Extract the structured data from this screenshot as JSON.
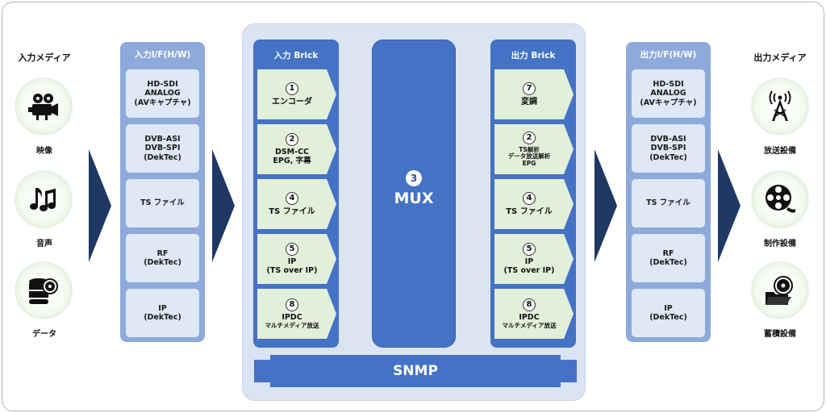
{
  "input_media": {
    "title": "入力メディア",
    "items": [
      {
        "label": "映像",
        "icon": "movie-camera-icon"
      },
      {
        "label": "音声",
        "icon": "music-notes-icon"
      },
      {
        "label": "データ",
        "icon": "database-disc-icon"
      }
    ]
  },
  "input_interface": {
    "title": "入力I/F(H/W)",
    "items": [
      {
        "lines": [
          "HD-SDI",
          "ANALOG",
          "(AVキャプチャ)"
        ]
      },
      {
        "lines": [
          "DVB-ASI",
          "DVB-SPI",
          "(DekTec)"
        ]
      },
      {
        "lines": [
          "TS ファイル"
        ]
      },
      {
        "lines": [
          "RF",
          "(DekTec)"
        ]
      },
      {
        "lines": [
          "IP",
          "(DekTec)"
        ]
      }
    ]
  },
  "input_brick": {
    "title": "入力 Brick",
    "items": [
      {
        "num": "1",
        "lines": [
          "エンコーダ"
        ]
      },
      {
        "num": "2",
        "lines": [
          "DSM-CC",
          "EPG, 字幕"
        ]
      },
      {
        "num": "4",
        "lines": [
          "TS ファイル"
        ]
      },
      {
        "num": "5",
        "lines": [
          "IP",
          "(TS over IP)"
        ]
      },
      {
        "num": "8",
        "lines": [
          "IPDC"
        ],
        "sub": "マルチメディア放送"
      }
    ]
  },
  "mux": {
    "num": "3",
    "label": "MUX"
  },
  "output_brick": {
    "title": "出力 Brick",
    "items": [
      {
        "num": "7",
        "lines": [
          "変調"
        ]
      },
      {
        "num": "2",
        "small_lines": [
          "TS解析",
          "データ放送解析",
          "EPG"
        ]
      },
      {
        "num": "4",
        "lines": [
          "TS ファイル"
        ]
      },
      {
        "num": "5",
        "lines": [
          "IP",
          "(TS over IP)"
        ]
      },
      {
        "num": "8",
        "lines": [
          "IPDC"
        ],
        "sub": "マルチメディア放送"
      }
    ]
  },
  "output_interface": {
    "title": "出力I/F(H/W)",
    "items": [
      {
        "lines": [
          "HD-SDI",
          "ANALOG",
          "(AVキャプチャ)"
        ]
      },
      {
        "lines": [
          "DVB-ASI",
          "DVB-SPI",
          "(DekTec)"
        ]
      },
      {
        "lines": [
          "TS ファイル"
        ]
      },
      {
        "lines": [
          "RF",
          "(DekTec)"
        ]
      },
      {
        "lines": [
          "IP",
          "(DekTec)"
        ]
      }
    ]
  },
  "snmp": {
    "label": "SNMP"
  },
  "output_media": {
    "title": "出力メディア",
    "items": [
      {
        "label": "放送設備",
        "icon": "broadcast-tower-icon"
      },
      {
        "label": "制作設備",
        "icon": "film-reel-icon"
      },
      {
        "label": "蓄積設備",
        "icon": "storage-folder-disc-icon"
      }
    ]
  },
  "colors": {
    "brick_blue": "#4472c4",
    "interface_blue": "#8eaadb",
    "panel_bg": "#dbe4f3",
    "item_green": "#e2efd9",
    "arrow_navy": "#1f3864"
  }
}
